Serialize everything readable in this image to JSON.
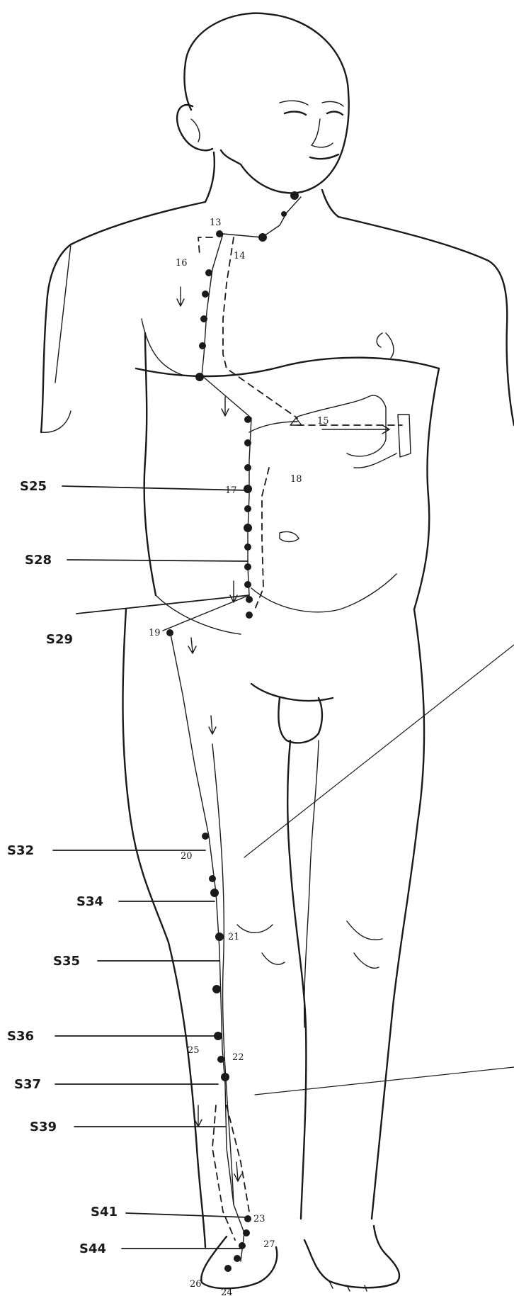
{
  "point_labels": [
    "S25",
    "S28",
    "S29",
    "S32",
    "S34",
    "S35",
    "S36",
    "S37",
    "S39",
    "S41",
    "S44"
  ],
  "numbers": [
    "13",
    "16",
    "14",
    "15",
    "18",
    "17",
    "19",
    "20",
    "21",
    "25",
    "22",
    "23",
    "27",
    "26",
    "24"
  ],
  "colors": {
    "ink": "#1a1a1a",
    "background": "#ffffff"
  }
}
